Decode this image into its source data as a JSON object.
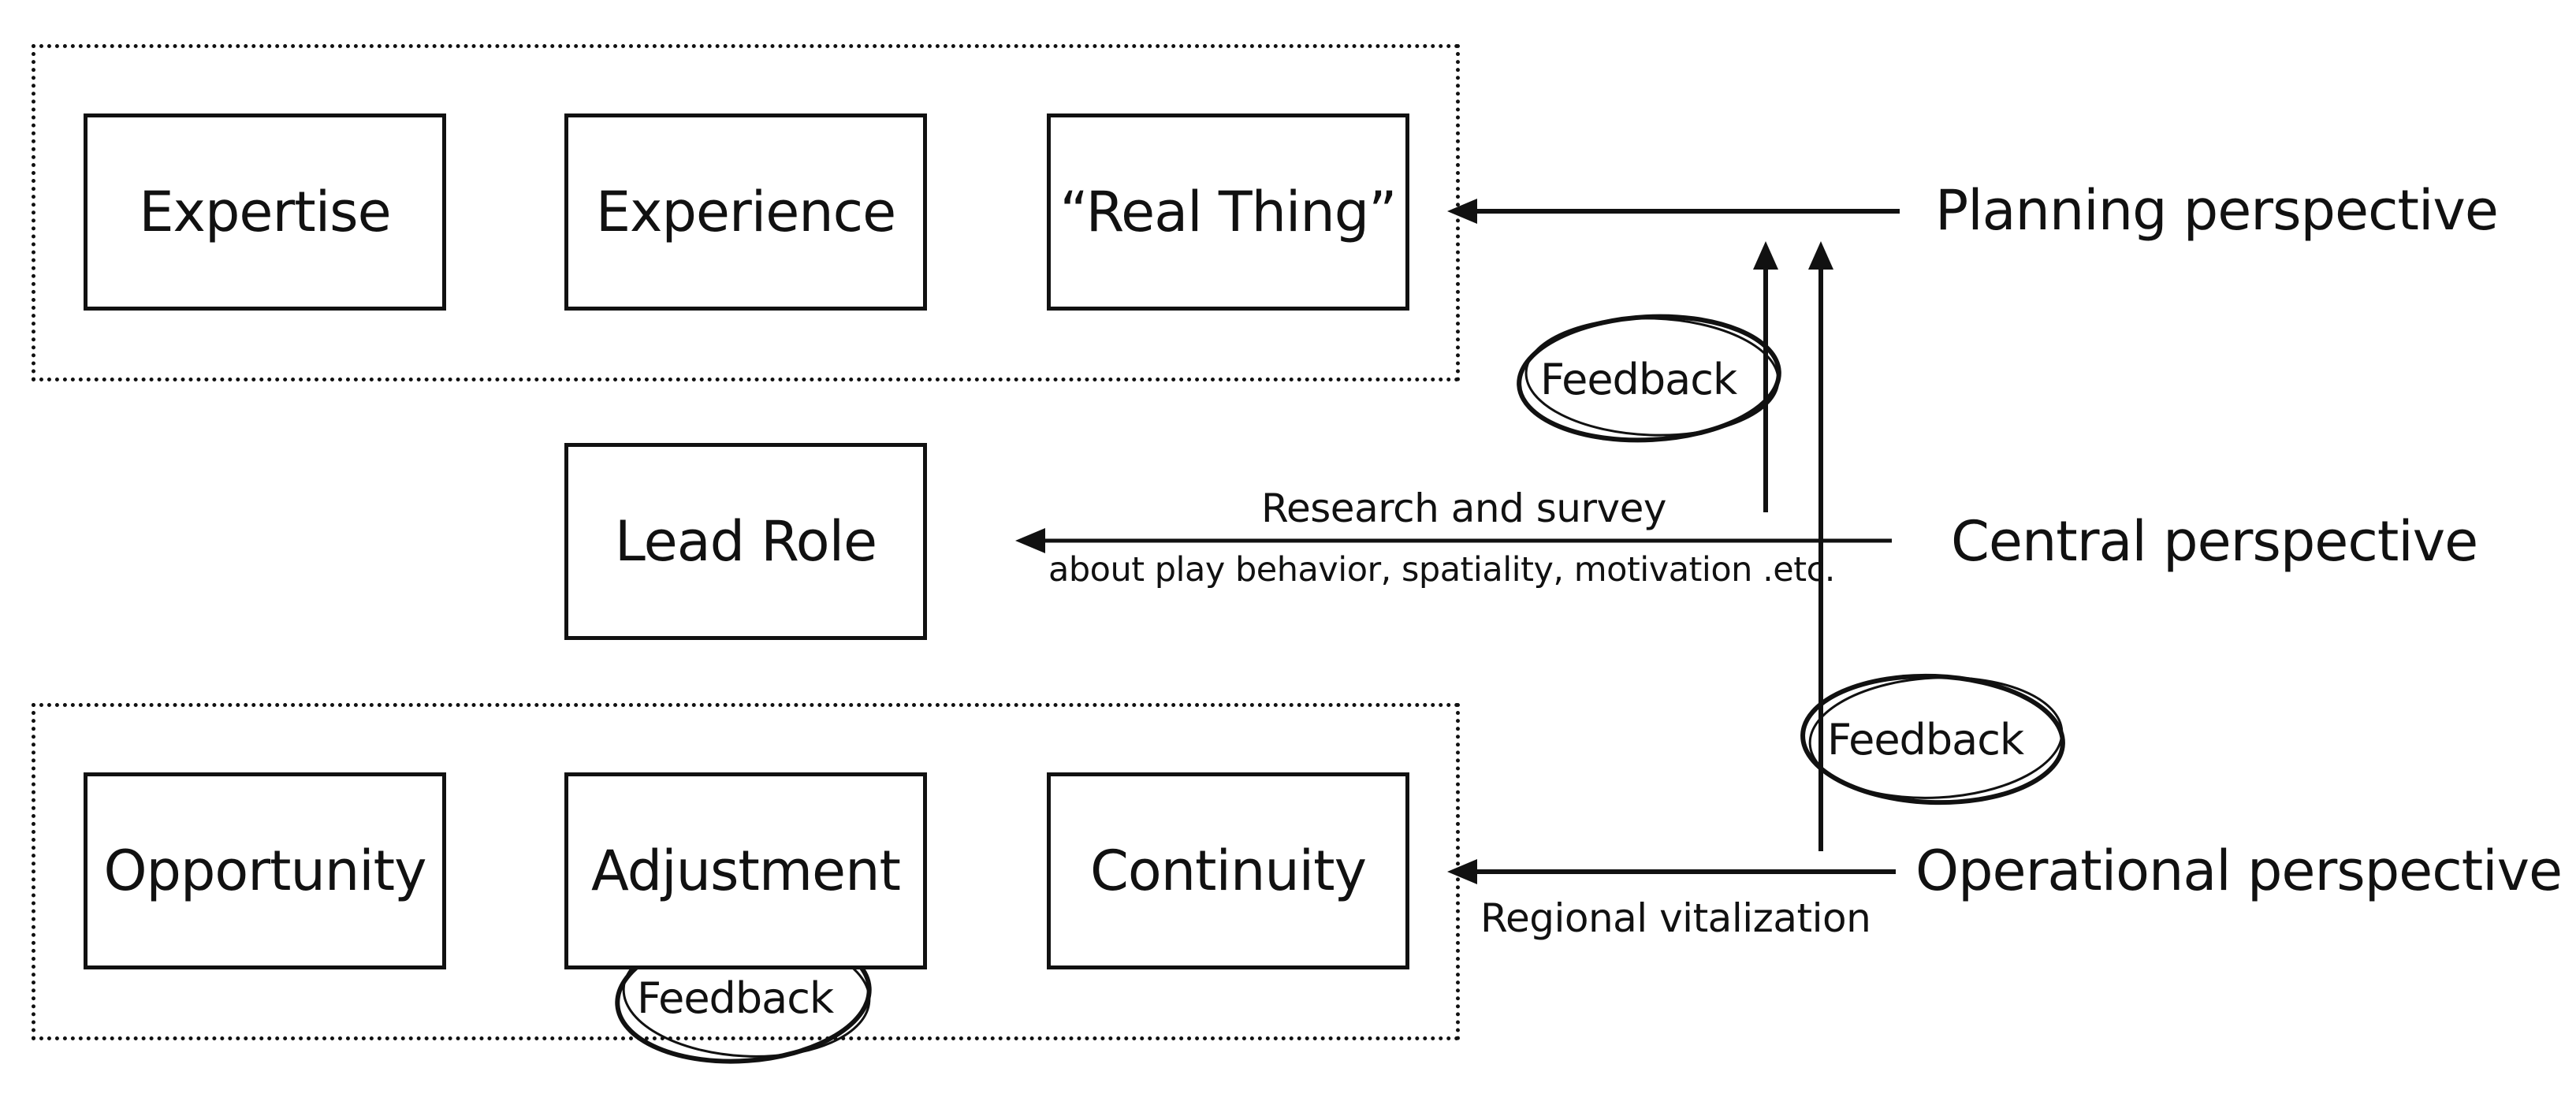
{
  "groups": {
    "top": {
      "boxes": [
        "Expertise",
        "Experience",
        "“Real Thing”"
      ]
    },
    "middle": {
      "boxes": [
        "Lead Role"
      ]
    },
    "bottom": {
      "boxes": [
        "Opportunity",
        "Adjustment",
        "Continuity"
      ]
    }
  },
  "perspectives": {
    "planning": "Planning perspective",
    "central": "Central perspective",
    "operational": "Operational perspective"
  },
  "annotations": {
    "research": "Research and survey",
    "about": "about play behavior, spatiality, motivation .etc.",
    "regional": "Regional vitalization"
  },
  "feedback": {
    "top": "Feedback",
    "right": "Feedback",
    "bottom": "Feedback"
  }
}
